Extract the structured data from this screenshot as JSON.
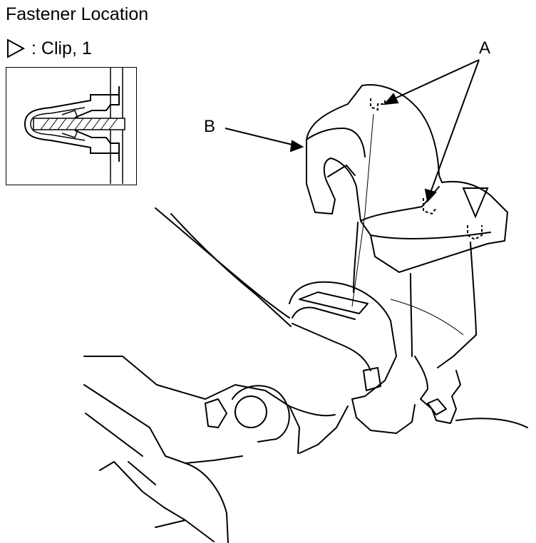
{
  "title": "Fastener Location",
  "legend": {
    "symbol": "clip-triangle-icon",
    "text": ": Clip, 1"
  },
  "callouts": {
    "a": "A",
    "b": "B"
  },
  "colors": {
    "ink": "#000000",
    "paper": "#ffffff"
  }
}
